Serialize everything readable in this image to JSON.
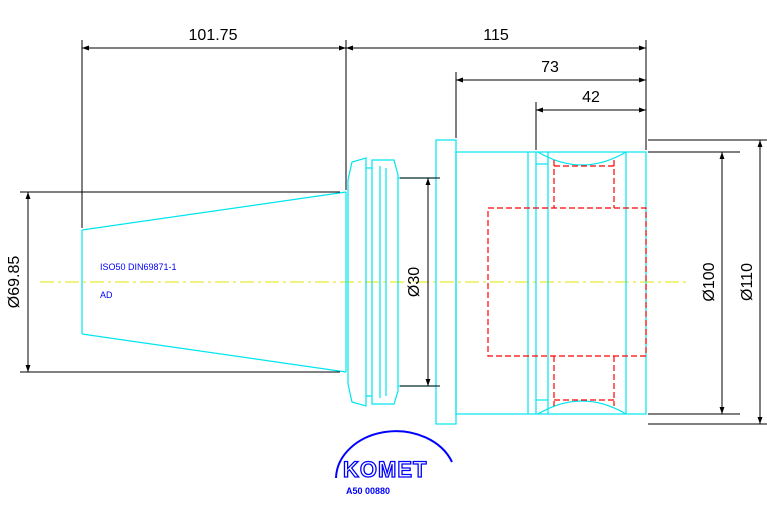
{
  "drawing": {
    "dimensions": {
      "taper_length": "101.75",
      "overall_length": "115",
      "body_length": "73",
      "groove_length": "42",
      "taper_diameter": "Ø69.85",
      "neck_diameter": "Ø30",
      "bore_diameter": "Ø100",
      "outer_diameter": "Ø110"
    },
    "notes": {
      "standard": "ISO50 DIN69871-1",
      "form": "AD"
    },
    "logo": {
      "brand": "KOMET",
      "part_number": "A50 00880"
    },
    "colors": {
      "outline": "#00e5ee",
      "hidden_lines": "#ff0000",
      "centerline": "#e6e600",
      "dimension_lines": "#000000",
      "text_blue": "#0000ff"
    }
  }
}
